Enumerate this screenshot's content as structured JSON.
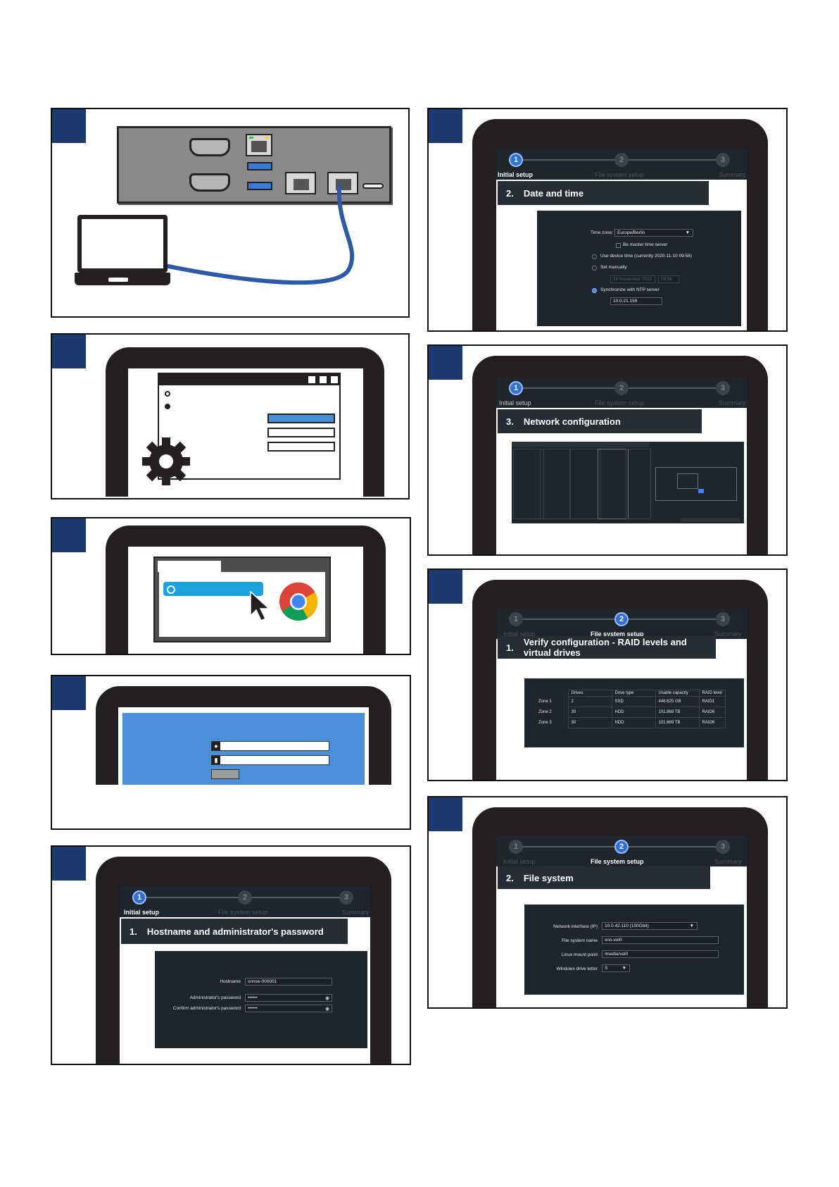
{
  "colors": {
    "step_tag": "#1d3a6e",
    "laptop_frame": "#231f20",
    "wizard_bg": "#1f252c",
    "accent_blue": "#2f6fd6",
    "login_bg": "#4a90d9",
    "address_bar": "#1aa3dc",
    "cable": "#2d5aa8"
  },
  "icons": {
    "settings": "gear-icon",
    "browser": "chrome-icon",
    "pointer": "mouse-cursor-icon",
    "user": "user-icon",
    "lock": "lock-icon"
  },
  "wizard": {
    "steps": [
      "Initial setup",
      "File system setup",
      "Summary"
    ]
  },
  "hostname_step": {
    "heading_number": "1.",
    "heading": "Hostname and administrator's password",
    "hostname_label": "Hostname",
    "hostname_value": "snnse-000001",
    "admin_password_label": "Administrator's password",
    "admin_password_value": "••••••",
    "confirm_password_label": "Confirm administrator's password",
    "confirm_password_value": "••••••"
  },
  "date_time_step": {
    "heading_number": "2.",
    "heading": "Date and time",
    "time_zone_label": "Time zone:",
    "time_zone_value": "Europe/Berlin",
    "master_time_server": "Be master time server",
    "use_device_time": "Use device time (currently 2020-11-10 09:56)",
    "set_manually": "Set manually",
    "manual_date": "10 November 2020",
    "manual_time": "09:56",
    "sync_ntp": "Synchronize with NTP server",
    "ntp_server": "10.0.21.159"
  },
  "network_step": {
    "heading_number": "3.",
    "heading": "Network configuration"
  },
  "verify_step": {
    "heading_number": "1.",
    "heading": "Verify configuration - RAID levels and virtual drives",
    "columns": [
      "",
      "Drives",
      "Drive type",
      "Usable capacity",
      "RAID level"
    ],
    "rows": [
      [
        "Zone 1",
        "2",
        "SSD",
        "446.625 GB",
        "RAID1"
      ],
      [
        "Zone 2",
        "30",
        "HDD",
        "101.869 TB",
        "RAID6"
      ],
      [
        "Zone 3",
        "30",
        "HDD",
        "101.869 TB",
        "RAID6"
      ]
    ]
  },
  "file_system_step": {
    "heading_number": "2.",
    "heading": "File system",
    "network_interface_label": "Network interface (IP)",
    "network_interface_value": "10.0.42.110 (100Gbit)",
    "fs_name_label": "File system name",
    "fs_name_value": "sno-vol0",
    "mount_point_label": "Linux mount point",
    "mount_point_value": "/media/vol0",
    "drive_letter_label": "Windows drive letter",
    "drive_letter_value": "S"
  }
}
